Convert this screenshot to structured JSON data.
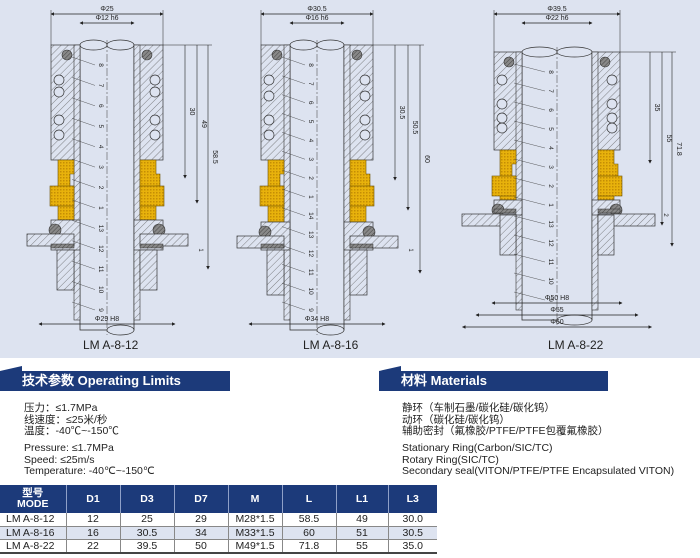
{
  "drawings": [
    {
      "model": "LM A-8-12",
      "outer_dia": "Φ25",
      "shaft_dia": "Φ12 h6",
      "bottom_dia": "Φ29 H8",
      "dims": [
        "30",
        "49",
        "58.5"
      ],
      "small_dim": "1",
      "parts": [
        "8",
        "7",
        "6",
        "5",
        "4",
        "3",
        "2",
        "1",
        "13",
        "12",
        "11",
        "10",
        "9"
      ]
    },
    {
      "model": "LM A-8-16",
      "outer_dia": "Φ30.5",
      "shaft_dia": "Φ16 h6",
      "bottom_dia": "Φ34 H8",
      "dims": [
        "30.5",
        "50.5",
        "60"
      ],
      "small_dim": "1",
      "parts": [
        "8",
        "7",
        "6",
        "5",
        "4",
        "3",
        "2",
        "1",
        "14",
        "13",
        "12",
        "11",
        "10",
        "9"
      ]
    },
    {
      "model": "LM A-8-22",
      "outer_dia": "Φ39.5",
      "shaft_dia": "Φ22 h6",
      "bottom_dias": [
        "Φ50 H8",
        "Φ55",
        "Φ60"
      ],
      "dims": [
        "35",
        "55",
        "71.8"
      ],
      "small_dim": "2",
      "parts": [
        "8",
        "7",
        "6",
        "5",
        "4",
        "3",
        "2",
        "1",
        "13",
        "12",
        "11",
        "10",
        "9"
      ]
    }
  ],
  "operating_limits": {
    "title": "技术参数 Operating Limits",
    "cn_lines": [
      "压力：≤1.7MPa",
      "线速度：≤25米/秒",
      "温度：-40℃~-150℃"
    ],
    "en_lines": [
      "Pressure: ≤1.7MPa",
      "Speed: ≤25m/s",
      "Temperature: -40℃~-150℃"
    ]
  },
  "materials": {
    "title": "材料 Materials",
    "cn_lines": [
      "静环（车制石墨/碳化硅/碳化钨）",
      "动环（碳化硅/碳化钨）",
      "辅助密封（氟橡胶/PTFE/PTFE包覆氟橡胶）"
    ],
    "en_lines": [
      "Stationary Ring(Carbon/SIC/TC)",
      "Rotary Ring(SIC/TC)",
      "Secondary seal(VITON/PTFE/PTFE Encapsulated VITON)"
    ]
  },
  "table": {
    "headers": [
      "型号\nMODE",
      "D1",
      "D3",
      "D7",
      "M",
      "L",
      "L1",
      "L3"
    ],
    "header_cn": "型号",
    "header_en": "MODE",
    "rows": [
      [
        "LM A-8-12",
        "12",
        "25",
        "29",
        "M28*1.5",
        "58.5",
        "49",
        "30.0"
      ],
      [
        "LM A-8-16",
        "16",
        "30.5",
        "34",
        "M33*1.5",
        "60",
        "51",
        "30.5"
      ],
      [
        "LM A-8-22",
        "22",
        "39.5",
        "50",
        "M49*1.5",
        "71.8",
        "55",
        "35.0"
      ]
    ]
  },
  "colors": {
    "header_blue": "#1c3a7a",
    "panel_bg": "#dde3f0",
    "face_yellow": "#e8b20c"
  }
}
